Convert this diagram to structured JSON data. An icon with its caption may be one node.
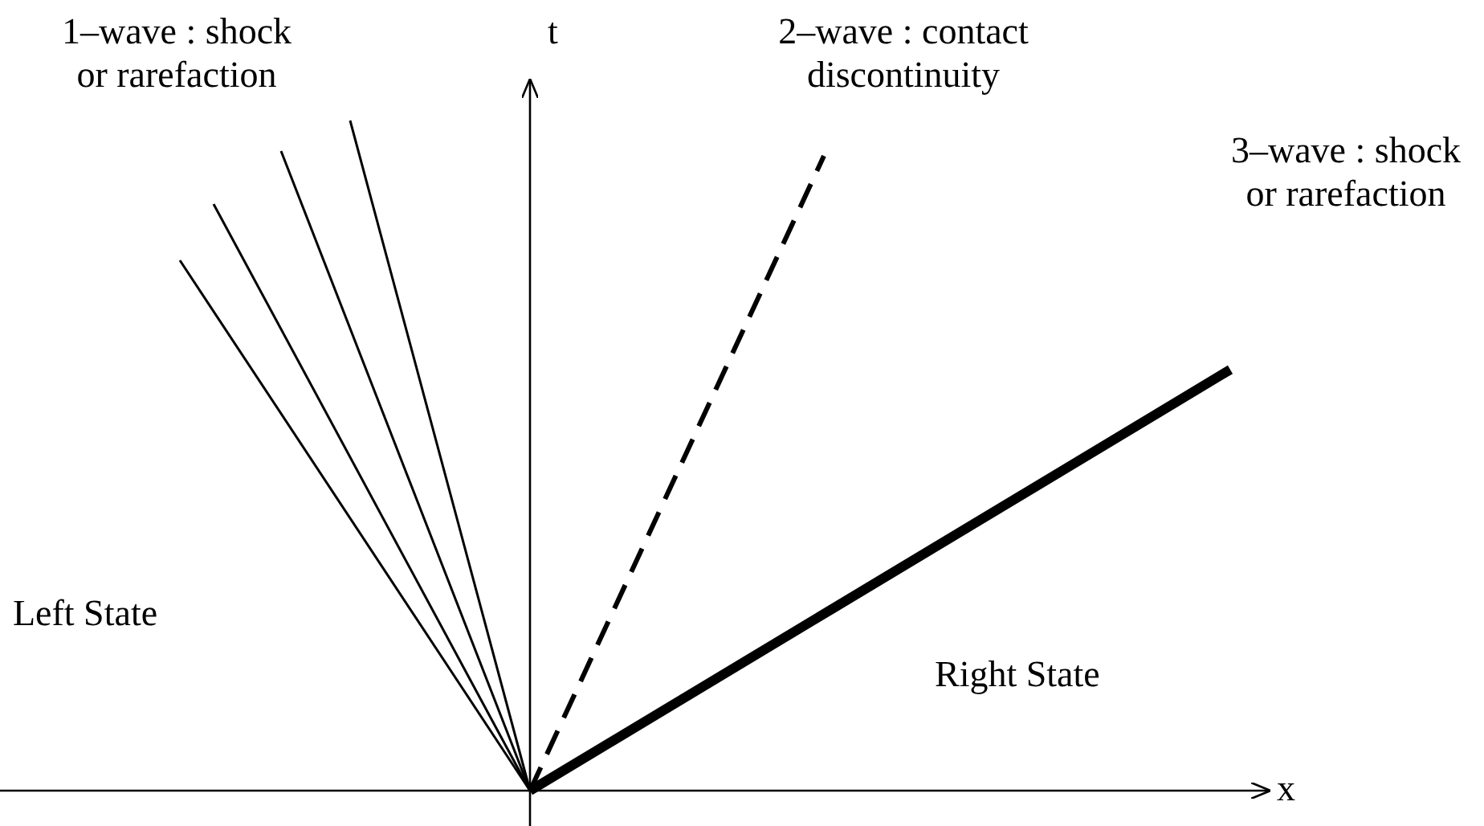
{
  "diagram": {
    "labels": [
      "1–wave : shock or rarefaction",
      "t",
      "2–wave : contact discontinuity",
      "3–wave : shock or rarefaction",
      "Left State",
      "Right State",
      "x"
    ]
  }
}
